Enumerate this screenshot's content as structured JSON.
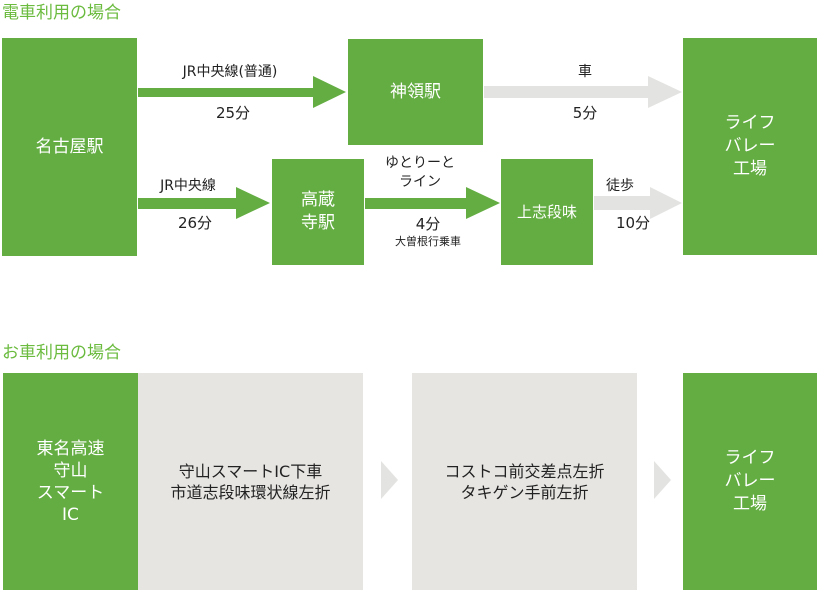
{
  "train": {
    "heading": "電車利用の場合",
    "nodes": {
      "nagoya": "名古屋駅",
      "jinryo": "神領駅",
      "kozoji": "高蔵\n寺駅",
      "kamishidami": "上志段味",
      "factory": "ライフ\nバレー\n工場"
    },
    "routes": {
      "jr_upper": {
        "line": "JR中央線(普通)",
        "time": "25分"
      },
      "car_upper": {
        "line": "車",
        "time": "5分"
      },
      "jr_lower": {
        "line": "JR中央線",
        "time": "26分"
      },
      "yutorito": {
        "line": "ゆとりーと\nライン",
        "time": "4分",
        "note": "大曽根行乗車"
      },
      "walk": {
        "line": "徒歩",
        "time": "10分"
      }
    }
  },
  "car": {
    "heading": "お車利用の場合",
    "start": "東名高速\n守山\nスマート\nIC",
    "step1": "守山スマートIC下車\n市道志段味環状線左折",
    "step2": "コストコ前交差点左折\nタキゲン手前左折",
    "factory": "ライフ\nバレー\n工場"
  },
  "colors": {
    "green": "#63ad42",
    "heading_green": "#6bbb3f",
    "gray_box": "#e6e5e2",
    "gray_arrow": "#e3e3e1"
  }
}
